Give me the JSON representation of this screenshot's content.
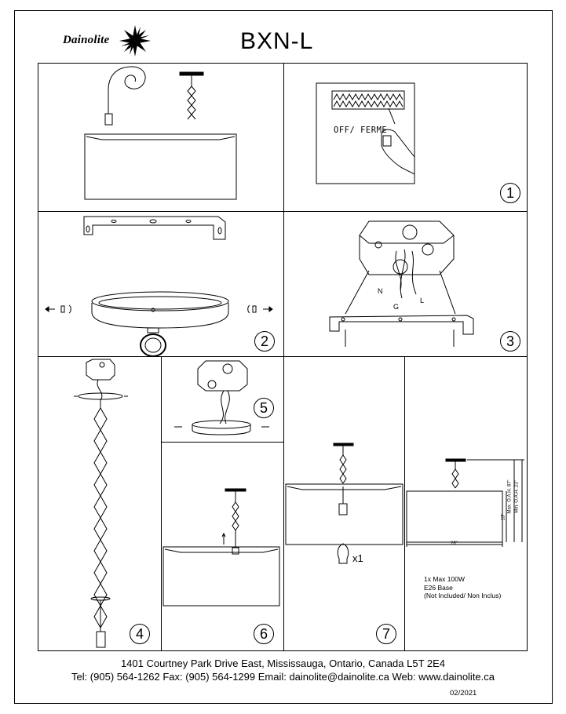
{
  "header": {
    "brand": "Dainolite",
    "model": "BXN-L"
  },
  "steps": {
    "s1": "1",
    "s2": "2",
    "s3": "3",
    "s4": "4",
    "s5": "5",
    "s6": "6",
    "s7": "7"
  },
  "step1": {
    "switch_label": "OFF/ FERME"
  },
  "step3": {
    "wire_n": "N",
    "wire_g": "G",
    "wire_l": "L"
  },
  "step7": {
    "bulb_qty": "x1"
  },
  "dimensions": {
    "width": "26\"",
    "height": "13\"",
    "max_oah": "Max. O.A.H. 87\"",
    "min_oah": "Min. O.A.H. 23\""
  },
  "notes": {
    "line1": "1x Max 100W",
    "line2": "E26 Base",
    "line3": "(Not Included/ Non Inclus)"
  },
  "footer": {
    "address": "1401 Courtney Park Drive East, Mississauga, Ontario, Canada L5T 2E4",
    "contact": "Tel: (905) 564-1262 Fax: (905) 564-1299 Email: dainolite@dainolite.ca Web: www.dainolite.ca",
    "date": "02/2021"
  }
}
